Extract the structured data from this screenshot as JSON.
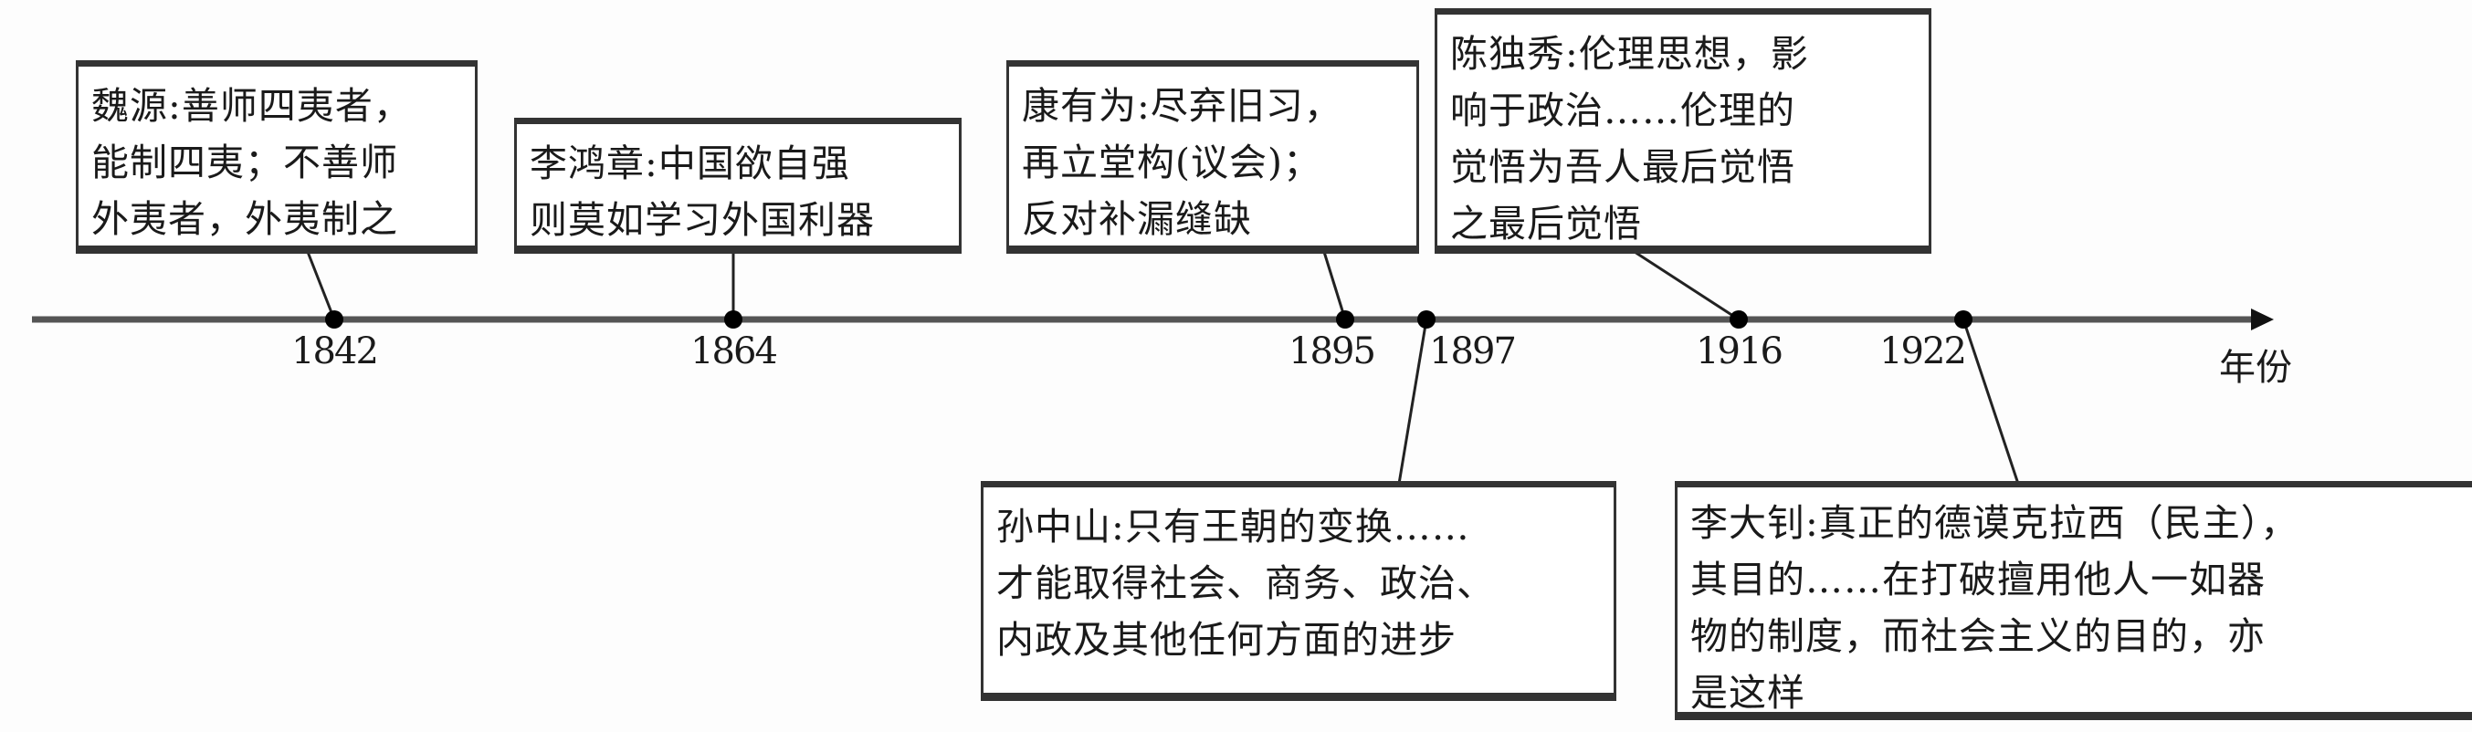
{
  "axis_label": "年份",
  "events": [
    {
      "year": "1842",
      "text": "魏源:善师四夷者，\n能制四夷；不善师\n外夷者，外夷制之"
    },
    {
      "year": "1864",
      "text": "李鸿章:中国欲自强\n则莫如学习外国利器"
    },
    {
      "year": "1895",
      "text": "康有为:尽弃旧习，\n再立堂构(议会)；\n反对补漏缝缺"
    },
    {
      "year": "1897",
      "text": "孙中山:只有王朝的变换……\n才能取得社会、商务、政治、\n内政及其他任何方面的进步"
    },
    {
      "year": "1916",
      "text": "陈独秀:伦理思想，影\n响于政治……伦理的\n觉悟为吾人最后觉悟\n之最后觉悟"
    },
    {
      "year": "1922",
      "text": "李大钊:真正的德谟克拉西（民主），\n其目的……在打破擅用他人一如器\n物的制度，而社会主义的目的，亦\n是这样"
    }
  ]
}
